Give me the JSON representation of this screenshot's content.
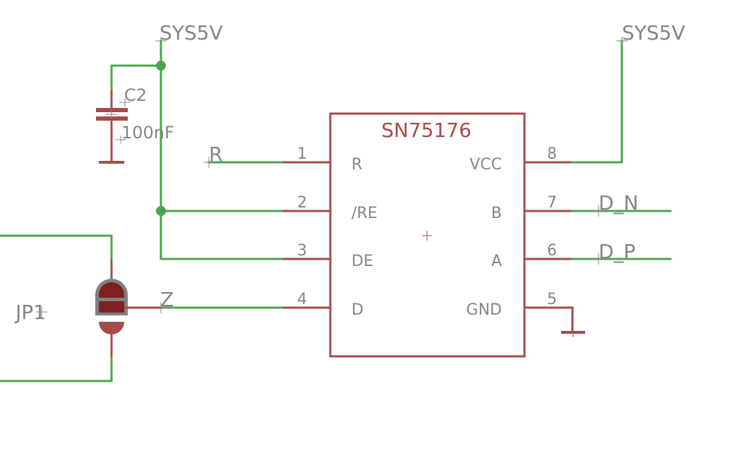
{
  "colors": {
    "wire": "#4aa64a",
    "symbol": "#a54b4b",
    "text": "#858585",
    "junction": "#4aa64a",
    "jumper_dark": "#7f2020",
    "jumper_outline": "#808080",
    "background": "#ffffff"
  },
  "power_labels": {
    "left": "SYS5V",
    "right": "SYS5V"
  },
  "capacitor": {
    "name": "C2",
    "value": "100nF"
  },
  "ic": {
    "name": "SN75176",
    "left_pins": [
      {
        "number": "1",
        "name": "R"
      },
      {
        "number": "2",
        "name": "/RE"
      },
      {
        "number": "3",
        "name": "DE"
      },
      {
        "number": "4",
        "name": "D"
      }
    ],
    "right_pins": [
      {
        "number": "8",
        "name": "VCC"
      },
      {
        "number": "7",
        "name": "B"
      },
      {
        "number": "6",
        "name": "A"
      },
      {
        "number": "5",
        "name": "GND"
      }
    ]
  },
  "net_labels": {
    "r": "R",
    "z": "Z",
    "d_n": "D_N",
    "d_p": "D_P"
  },
  "jumper": {
    "name": "JP1"
  }
}
